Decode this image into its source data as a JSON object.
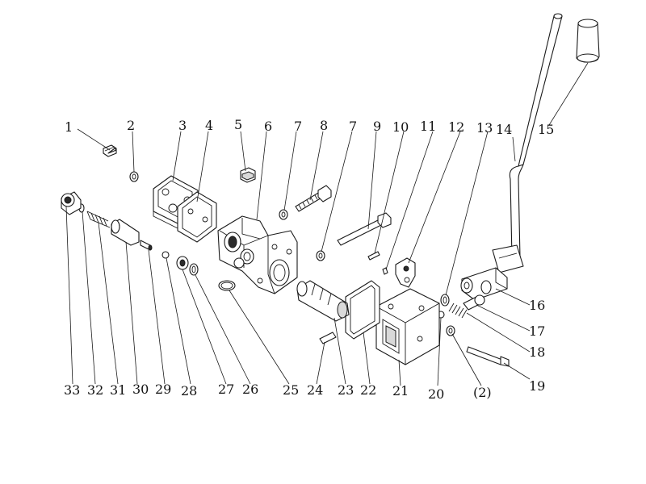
{
  "diagram": {
    "labels": [
      {
        "id": "1",
        "text": "1"
      },
      {
        "id": "2",
        "text": "2"
      },
      {
        "id": "3",
        "text": "3"
      },
      {
        "id": "4",
        "text": "4"
      },
      {
        "id": "5",
        "text": "5"
      },
      {
        "id": "6",
        "text": "6"
      },
      {
        "id": "7a",
        "text": "7"
      },
      {
        "id": "8",
        "text": "8"
      },
      {
        "id": "7b",
        "text": "7"
      },
      {
        "id": "9",
        "text": "9"
      },
      {
        "id": "10",
        "text": "10"
      },
      {
        "id": "11",
        "text": "11"
      },
      {
        "id": "12",
        "text": "12"
      },
      {
        "id": "13",
        "text": "13"
      },
      {
        "id": "14",
        "text": "14"
      },
      {
        "id": "15",
        "text": "15"
      },
      {
        "id": "16",
        "text": "16"
      },
      {
        "id": "17",
        "text": "17"
      },
      {
        "id": "18",
        "text": "18"
      },
      {
        "id": "19",
        "text": "19"
      },
      {
        "id": "2b",
        "text": "(2)"
      },
      {
        "id": "20",
        "text": "20"
      },
      {
        "id": "21",
        "text": "21"
      },
      {
        "id": "22",
        "text": "22"
      },
      {
        "id": "23",
        "text": "23"
      },
      {
        "id": "24",
        "text": "24"
      },
      {
        "id": "25",
        "text": "25"
      },
      {
        "id": "26",
        "text": "26"
      },
      {
        "id": "27",
        "text": "27"
      },
      {
        "id": "28",
        "text": "28"
      },
      {
        "id": "29",
        "text": "29"
      },
      {
        "id": "30",
        "text": "30"
      },
      {
        "id": "31",
        "text": "31"
      },
      {
        "id": "32",
        "text": "32"
      },
      {
        "id": "33",
        "text": "33"
      }
    ]
  }
}
